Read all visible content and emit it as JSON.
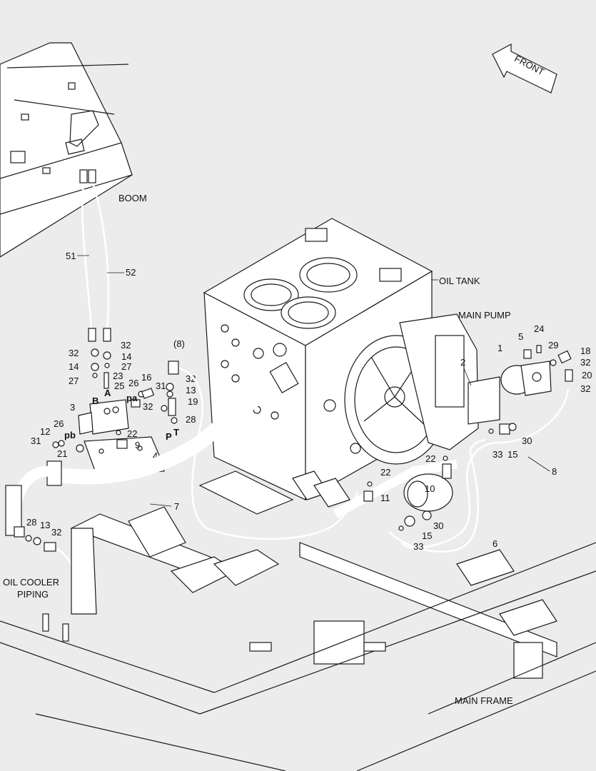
{
  "labels": {
    "front": "FRONT",
    "boom": "BOOM",
    "oil_tank": "OIL TANK",
    "main_pump": "MAIN PUMP",
    "oil_cooler_1": "OIL COOLER",
    "oil_cooler_2": "PIPING",
    "main_frame": "MAIN FRAME",
    "port_a": "A",
    "port_b": "B",
    "port_p": "P",
    "port_t": "T",
    "port_pa": "pa",
    "port_pb": "pb"
  },
  "callouts": {
    "c51": "51",
    "c52": "52",
    "c32a": "32",
    "c32b": "32",
    "c14a": "14",
    "c14b": "14",
    "c27a": "27",
    "c27b": "27",
    "c23": "23",
    "c25": "25",
    "c26a": "26",
    "c16": "16",
    "c31a": "31",
    "c13a": "13",
    "c19": "19",
    "c32c": "32",
    "c32d": "32",
    "c28a": "28",
    "c8p": "(8)",
    "c3": "3",
    "c26b": "26",
    "c12": "12",
    "c31b": "31",
    "c21": "21",
    "c22a": "22",
    "c9": "9",
    "c4": "4",
    "c7": "7",
    "c28b": "28",
    "c13b": "13",
    "c32e": "32",
    "c2": "2",
    "c1": "1",
    "c5": "5",
    "c24": "24",
    "c29": "29",
    "c18": "18",
    "c32f": "32",
    "c20": "20",
    "c32g": "32",
    "c30a": "30",
    "c15a": "15",
    "c33a": "33",
    "c8": "8",
    "c22b": "22",
    "c22c": "22",
    "c11": "11",
    "c10": "10",
    "c30b": "30",
    "c15b": "15",
    "c33b": "33",
    "c6": "6"
  }
}
